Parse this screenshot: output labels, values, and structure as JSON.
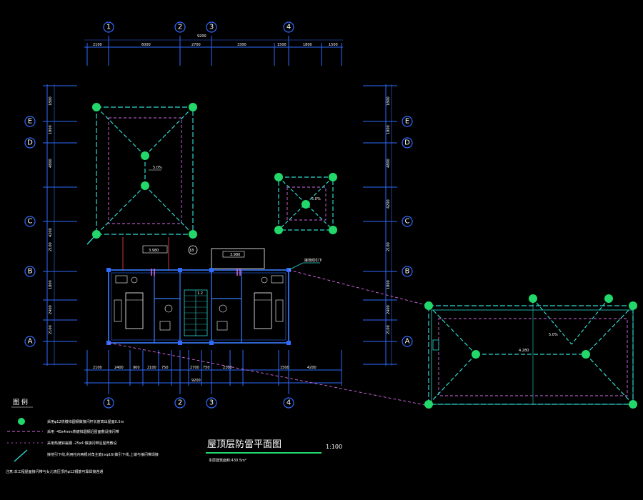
{
  "axes_top": [
    "1",
    "2",
    "3",
    "4"
  ],
  "axes_bottom": [
    "1",
    "2",
    "3",
    "4"
  ],
  "axes_left": [
    "E",
    "D",
    "C",
    "B",
    "A"
  ],
  "axes_right": [
    "E",
    "D",
    "C",
    "B",
    "A"
  ],
  "dims": {
    "top_total": "9200",
    "top_segments": [
      "2100",
      "6000",
      "2700",
      "3300",
      "1500",
      "1800",
      "1500"
    ],
    "bottom_total": "9200",
    "bottom_segments": [
      "2100",
      "2400",
      "900",
      "2100",
      "750",
      "2700",
      "750",
      "2100",
      "1500",
      "4200"
    ],
    "left_segments": [
      "1800",
      "1800",
      "4800",
      "4200",
      "2100",
      "1800",
      "2400",
      "2100"
    ],
    "right_segments": [
      "1800",
      "1800",
      "4800",
      "4200",
      "2100",
      "1800",
      "2400",
      "2100"
    ]
  },
  "labels": {
    "slope_main": "5.0%",
    "slope_small": "5.0%",
    "slope_big": "5.0%",
    "roof_small_box": "3.980",
    "roof_big_center": "4.280",
    "stair_mark": "1.2",
    "circle_mark": "18",
    "callout": "接地线引下"
  },
  "legend": {
    "title": "图 例",
    "items": [
      "采用φ12热镀锌圆钢做接闪杆长度高出屋面0.5m",
      "采用 -40x4mm热镀锌圆钢沿屋面敷设接闪带",
      "采用热镀锌扁钢 -25x4 做接闪带沿屋脊敷设",
      "接地引下线,利用柱内两根对角主筋(≥φ16)做引下线,上端与接闪带焊接",
      "注意:本工程屋面接闪带与女儿墙压顶内φ12钢筋可靠焊接连通"
    ]
  },
  "drawing": {
    "title": "屋顶层防雷平面图",
    "scale": "1:100",
    "note": "本层建筑面积:430.5m²"
  },
  "colors": {
    "background": "#000000",
    "grid_blue": "#2f6bff",
    "terminal_green": "#22d86a",
    "lightning_cyan": "#2fd8d0",
    "ridge_magenta": "#d86ae8",
    "title_underline": "#22d86a"
  }
}
